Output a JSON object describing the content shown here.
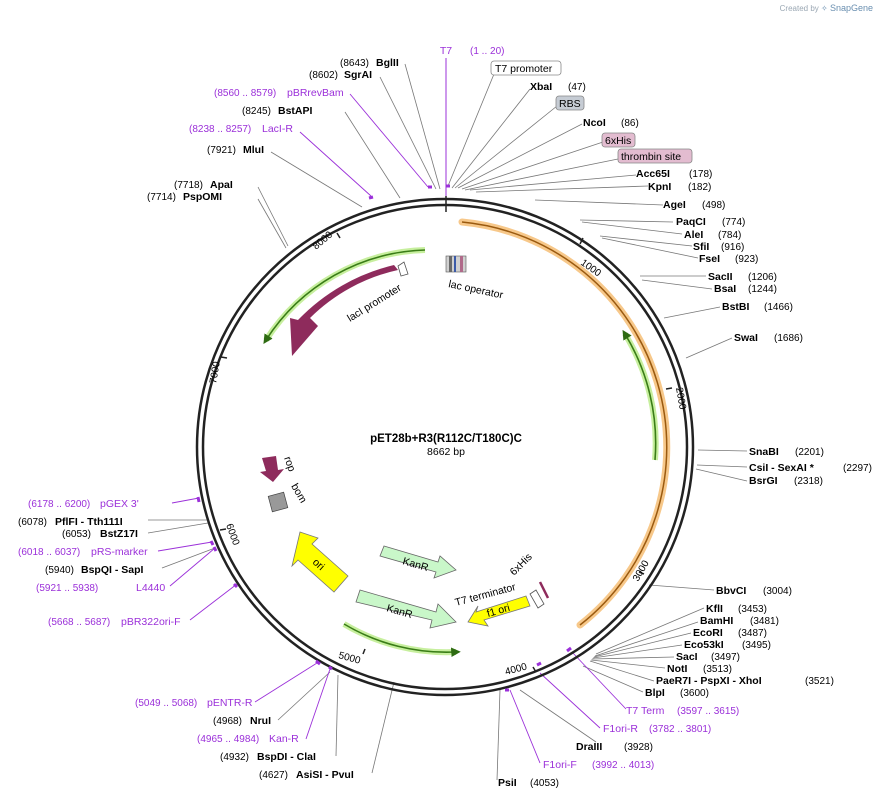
{
  "watermark": {
    "created_by": "Created by",
    "app": "SnapGene"
  },
  "plasmid": {
    "name": "pET28b+R3(R112C/T180C)C",
    "length_label": "8662 bp"
  },
  "ticks": [
    "1000",
    "2000",
    "3000",
    "4000",
    "5000",
    "6000",
    "7000",
    "8000"
  ],
  "colors": {
    "primer": "#9b30d9",
    "lacI": "#8e2b5c",
    "green_arrow": "#4f9a22",
    "orange_arc": "#f0a545",
    "ori_yellow": "#ffff00",
    "kanr": "#c9f7c9"
  },
  "features": {
    "lacI": "lacI",
    "lacI_promoter": "lacI promoter",
    "lac_operator": "lac operator",
    "rop": "rop",
    "bom": "bom",
    "ori": "ori",
    "kanr1": "KanR",
    "kanr2": "KanR",
    "f1_ori": "f1 ori",
    "t7_terminator": "T7 terminator",
    "his_inner": "6xHis"
  },
  "top": {
    "t7_name": "T7",
    "t7_range": "(1 .. 20)",
    "t7_promoter": "T7 promoter",
    "rbs": "RBS",
    "his6": "6xHis",
    "thrombin": "thrombin site"
  },
  "right_sites": [
    {
      "name": "XbaI",
      "pos": "(47)"
    },
    {
      "name": "NcoI",
      "pos": "(86)"
    },
    {
      "name": "Acc65I",
      "pos": "(178)"
    },
    {
      "name": "KpnI",
      "pos": "(182)"
    },
    {
      "name": "AgeI",
      "pos": "(498)"
    },
    {
      "name": "PaqCI",
      "pos": "(774)"
    },
    {
      "name": "AleI",
      "pos": "(784)"
    },
    {
      "name": "SfiI",
      "pos": "(916)"
    },
    {
      "name": "FseI",
      "pos": "(923)"
    },
    {
      "name": "SacII",
      "pos": "(1206)"
    },
    {
      "name": "BsaI",
      "pos": "(1244)"
    },
    {
      "name": "BstBI",
      "pos": "(1466)"
    },
    {
      "name": "SwaI",
      "pos": "(1686)"
    },
    {
      "name": "SnaBI",
      "pos": "(2201)"
    },
    {
      "name": "CsiI - SexAI *",
      "pos": "(2297)"
    },
    {
      "name": "BsrGI",
      "pos": "(2318)"
    },
    {
      "name": "BbvCI",
      "pos": "(3004)"
    },
    {
      "name": "KflI",
      "pos": "(3453)"
    },
    {
      "name": "BamHI",
      "pos": "(3481)"
    },
    {
      "name": "EcoRI",
      "pos": "(3487)"
    },
    {
      "name": "Eco53kI",
      "pos": "(3495)"
    },
    {
      "name": "SacI",
      "pos": "(3497)"
    },
    {
      "name": "NotI",
      "pos": "(3513)"
    },
    {
      "name": "PaeR7I - PspXI - XhoI",
      "pos": "(3521)"
    },
    {
      "name": "BlpI",
      "pos": "(3600)"
    },
    {
      "name": "DraIII",
      "pos": "(3928)"
    },
    {
      "name": "PsiI",
      "pos": "(4053)"
    }
  ],
  "right_primers": [
    {
      "name": "T7 Term",
      "range": "(3597 .. 3615)"
    },
    {
      "name": "F1ori-R",
      "range": "(3782 .. 3801)"
    },
    {
      "name": "F1ori-F",
      "range": "(3992 .. 4013)"
    }
  ],
  "left_sites": [
    {
      "pos": "(8643)",
      "name": "BglII"
    },
    {
      "pos": "(8602)",
      "name": "SgrAI"
    },
    {
      "pos": "(8245)",
      "name": "BstAPI"
    },
    {
      "pos": "(7921)",
      "name": "MluI"
    },
    {
      "pos": "(7718)",
      "name": "ApaI"
    },
    {
      "pos": "(7714)",
      "name": "PspOMI"
    },
    {
      "pos": "(6078)",
      "name": "PflFI - Tth111I"
    },
    {
      "pos": "(6053)",
      "name": "BstZ17I"
    },
    {
      "pos": "(5940)",
      "name": "BspQI - SapI"
    },
    {
      "pos": "(4968)",
      "name": "NruI"
    },
    {
      "pos": "(4932)",
      "name": "BspDI - ClaI"
    },
    {
      "pos": "(4627)",
      "name": "AsiSI - PvuI"
    }
  ],
  "left_primers": [
    {
      "range": "(8560 .. 8579)",
      "name": "pBRrevBam"
    },
    {
      "range": "(8238 .. 8257)",
      "name": "LacI-R"
    },
    {
      "range": "(6178 .. 6200)",
      "name": "pGEX 3'"
    },
    {
      "range": "(6018 .. 6037)",
      "name": "pRS-marker"
    },
    {
      "range": "(5921 .. 5938)",
      "name": "L4440"
    },
    {
      "range": "(5668 .. 5687)",
      "name": "pBR322ori-F"
    },
    {
      "range": "(5049 .. 5068)",
      "name": "pENTR-R"
    },
    {
      "range": "(4965 .. 4984)",
      "name": "Kan-R"
    }
  ]
}
